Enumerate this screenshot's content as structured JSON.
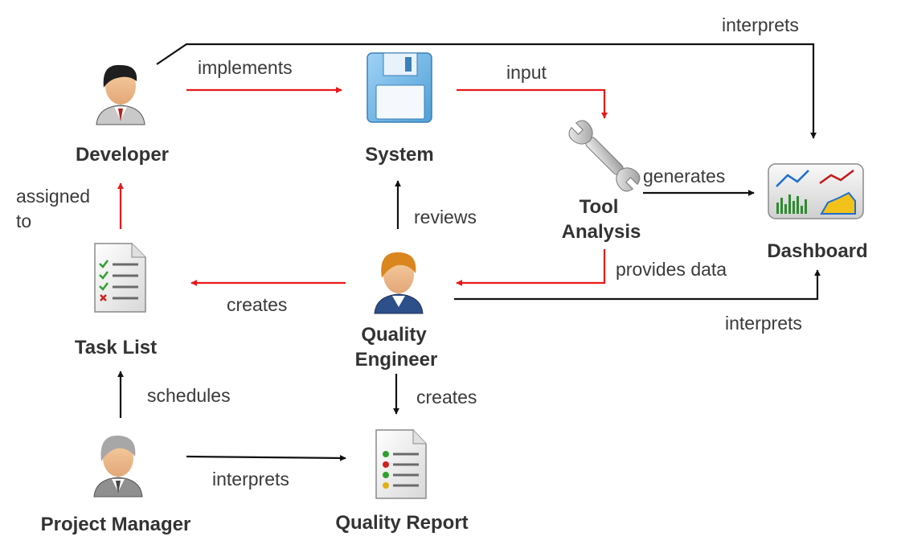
{
  "diagram": {
    "nodes": {
      "developer": {
        "label": "Developer",
        "icon": "developer-person-icon"
      },
      "system": {
        "label": "System",
        "icon": "floppy-disk-icon"
      },
      "tool": {
        "label_line1": "Tool",
        "label_line2": "Analysis",
        "icon": "wrench-icon"
      },
      "dashboard": {
        "label": "Dashboard",
        "icon": "dashboard-charts-icon"
      },
      "task_list": {
        "label": "Task List",
        "icon": "checklist-document-icon"
      },
      "quality_engineer": {
        "label_line1": "Quality",
        "label_line2": "Engineer",
        "icon": "quality-engineer-person-icon"
      },
      "project_manager": {
        "label": "Project Manager",
        "icon": "manager-person-icon"
      },
      "quality_report": {
        "label": "Quality Report",
        "icon": "report-document-icon"
      }
    },
    "edges": {
      "implements": "implements",
      "input": "input",
      "generates": "generates",
      "interprets_top": "interprets",
      "assigned_to_line1": "assigned",
      "assigned_to_line2": "to",
      "reviews": "reviews",
      "provides_data": "provides data",
      "creates_task": "creates",
      "interprets_dashboard": "interprets",
      "schedules": "schedules",
      "creates_report": "creates",
      "interprets_report": "interprets"
    },
    "colors": {
      "primary_flow": "#e8181a",
      "secondary_flow": "#111111",
      "label_text": "#333333"
    }
  }
}
